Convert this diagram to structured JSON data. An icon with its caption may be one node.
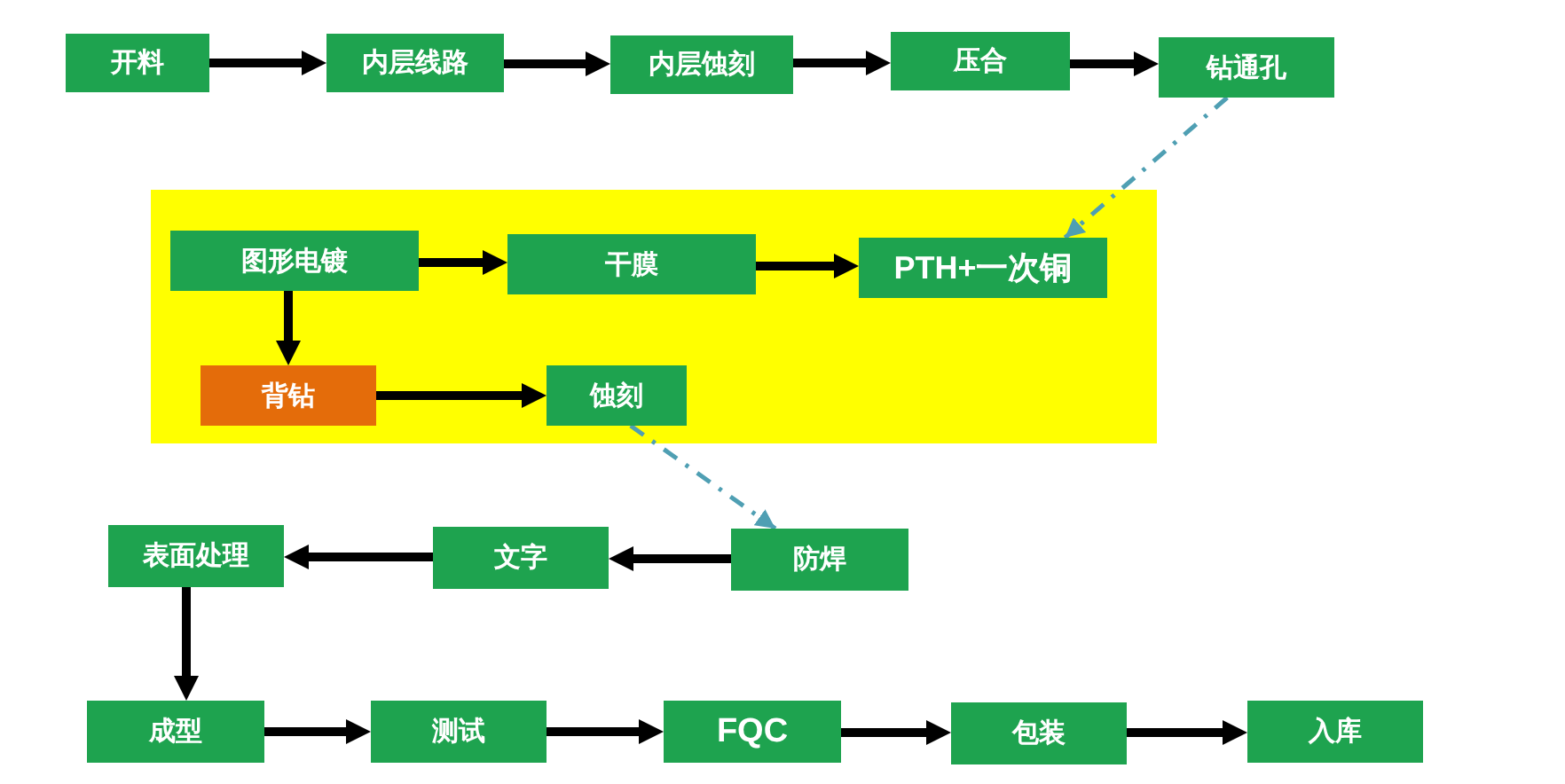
{
  "diagram": {
    "nodes": [
      {
        "text": [
          "开料"
        ]
      },
      {
        "text": [
          "内层线路"
        ]
      },
      {
        "text": [
          "内层蚀刻"
        ]
      },
      {
        "text": [
          "压合"
        ]
      },
      {
        "text": [
          "钻通孔"
        ]
      },
      {
        "text": [],
        "shape": "box"
      },
      {
        "text": [
          "图形电镀"
        ],
        "in": 5
      },
      {
        "text": [
          "干膜"
        ],
        "in": 5
      },
      {
        "text": [
          "PTH+一次铜"
        ],
        "in": 5
      },
      {
        "text": [
          "背钻"
        ],
        "in": 5
      },
      {
        "text": [
          "蚀刻"
        ],
        "in": 5
      },
      {
        "text": [
          "表面处理"
        ]
      },
      {
        "text": [
          "文字"
        ]
      },
      {
        "text": [
          "防焊"
        ]
      },
      {
        "text": [
          "成型"
        ]
      },
      {
        "text": [
          "测试"
        ]
      },
      {
        "text": [
          "FQC"
        ]
      },
      {
        "text": [
          "包装"
        ]
      },
      {
        "text": [
          "入库"
        ]
      }
    ],
    "edges": [
      {
        "from": 0,
        "to": 1,
        "arrow": "to"
      },
      {
        "from": 1,
        "to": 2,
        "arrow": "to"
      },
      {
        "from": 2,
        "to": 3,
        "arrow": "to"
      },
      {
        "from": 3,
        "to": 4,
        "arrow": "to"
      },
      {
        "from": 4,
        "to": 8,
        "arrow": "to",
        "style": "dashed",
        "color": "#4f9fb3"
      },
      {
        "from": 6,
        "to": 7,
        "arrow": "to"
      },
      {
        "from": 7,
        "to": 8,
        "arrow": "to"
      },
      {
        "from": 6,
        "to": 9,
        "arrow": "to"
      },
      {
        "from": 9,
        "to": 10,
        "arrow": "to"
      },
      {
        "from": 10,
        "to": 13,
        "arrow": "to",
        "style": "dashed",
        "color": "#4f9fb3"
      },
      {
        "from": 13,
        "to": 12,
        "arrow": "to"
      },
      {
        "from": 12,
        "to": 11,
        "arrow": "to"
      },
      {
        "from": 11,
        "to": 14,
        "arrow": "to"
      },
      {
        "from": 14,
        "to": 15,
        "arrow": "to"
      },
      {
        "from": 15,
        "to": 16,
        "arrow": "to"
      },
      {
        "from": 16,
        "to": 17,
        "arrow": "to"
      },
      {
        "from": 17,
        "to": 18,
        "arrow": "to"
      }
    ]
  }
}
